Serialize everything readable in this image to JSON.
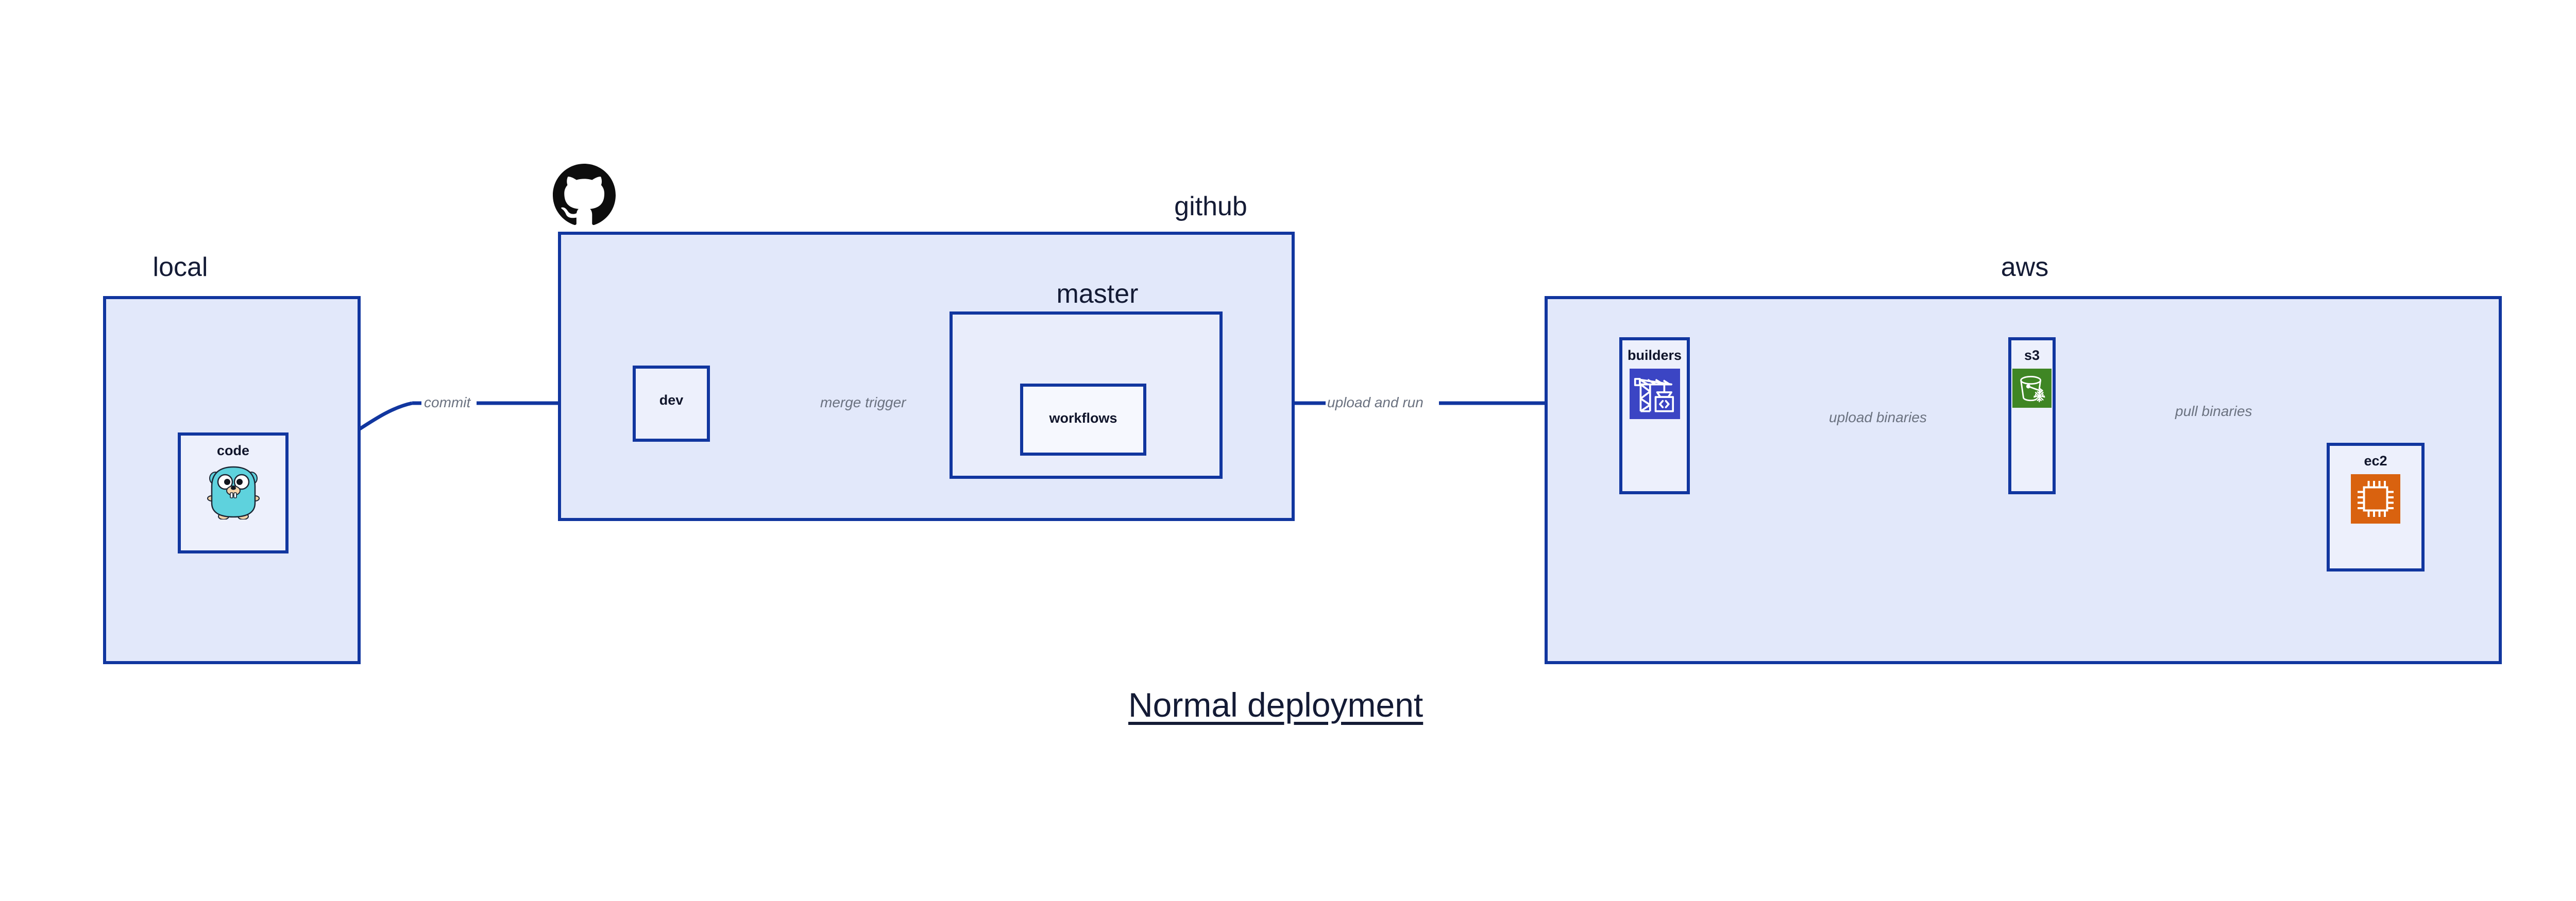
{
  "title": "Normal deployment",
  "colors": {
    "group_fill": "#e2e8fa",
    "inner_group_fill": "#e9edfb",
    "node_fill": "#edf0fc",
    "node_fill_white": "#f6f8fe",
    "border": "#11369f",
    "edge": "#11369f",
    "edge_label": "#6b7280",
    "text": "#141b35",
    "builders_icon_bg": "#3b45c4",
    "s3_icon_bg": "#3f8624",
    "ec2_icon_bg": "#d9620f",
    "gopher_body": "#5ed2dd",
    "github_logo": "#000000"
  },
  "groups": [
    {
      "id": "local",
      "label": "local"
    },
    {
      "id": "github",
      "label": "github"
    },
    {
      "id": "master",
      "label": "master"
    },
    {
      "id": "aws",
      "label": "aws"
    }
  ],
  "nodes": [
    {
      "id": "code",
      "label": "code",
      "icon": "go-gopher-icon"
    },
    {
      "id": "dev",
      "label": "dev",
      "icon": null
    },
    {
      "id": "workflows",
      "label": "workflows",
      "icon": null
    },
    {
      "id": "builders",
      "label": "builders",
      "icon": "aws-builders-crane-icon"
    },
    {
      "id": "s3",
      "label": "s3",
      "icon": "aws-s3-bucket-icon"
    },
    {
      "id": "ec2",
      "label": "ec2",
      "icon": "aws-ec2-chip-icon"
    }
  ],
  "edges": [
    {
      "id": "code-to-dev",
      "label": "commit",
      "from": "code",
      "to": "dev"
    },
    {
      "id": "dev-to-workflows",
      "label": "merge trigger",
      "from": "dev",
      "to": "workflows"
    },
    {
      "id": "workflows-to-build",
      "label": "upload and run",
      "from": "workflows",
      "to": "builders"
    },
    {
      "id": "builders-to-s3",
      "label": "upload binaries",
      "from": "builders",
      "to": "s3"
    },
    {
      "id": "s3-to-ec2",
      "label": "pull binaries",
      "from": "s3",
      "to": "ec2"
    }
  ],
  "logos": [
    {
      "id": "github-logo",
      "name": "github-octocat-logo"
    }
  ]
}
